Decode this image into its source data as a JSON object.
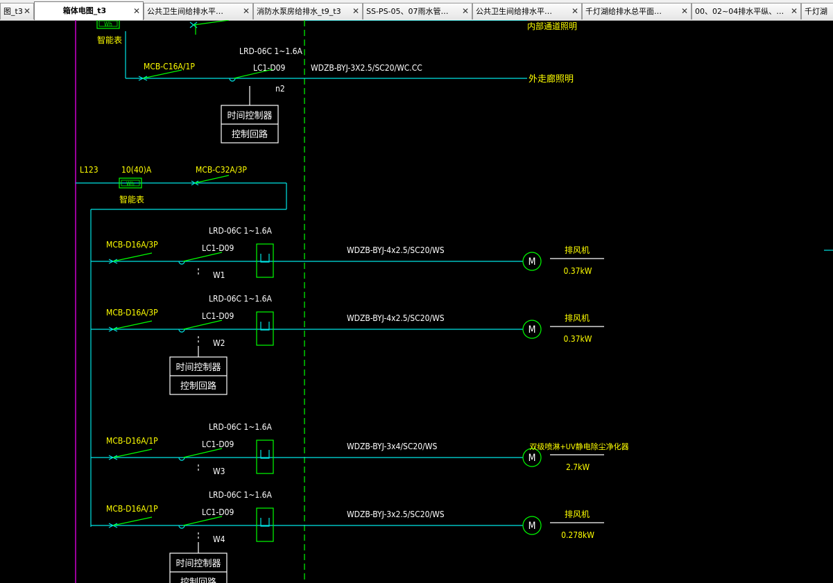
{
  "tabs": [
    {
      "label": "图_t3",
      "active": false
    },
    {
      "label": "箱体电图_t3",
      "active": true
    },
    {
      "label": "公共卫生间给排水平…",
      "active": false
    },
    {
      "label": "消防水泵房给排水_t9_t3",
      "active": false
    },
    {
      "label": "SS-PS-05、07雨水管…",
      "active": false
    },
    {
      "label": "公共卫生间给排水平…",
      "active": false
    },
    {
      "label": "千灯湖给排水总平面…",
      "active": false
    },
    {
      "label": "00、02~04排水平纵、…",
      "active": false
    },
    {
      "label": "千灯湖",
      "active": false
    }
  ],
  "close_glyph": "✕",
  "colors": {
    "cyan": "#00e5e5",
    "yellow": "#ffff00",
    "green": "#00ff00",
    "magenta": "#c000c0",
    "white": "#ffffff",
    "background": "#000000"
  },
  "diagram": {
    "top": {
      "meter_label": "Wh",
      "meter_name": "智能表",
      "outgoing_label_cut": "内部通道照明",
      "breaker": "MCB-C16A/1P",
      "relay": "LRD-06C 1~1.6A",
      "contactor": "LC1-D09",
      "cable": "WDZB-BYJ-3X2.5/SC20/WC.CC",
      "circuit": "n2",
      "destination": "外走廊照明",
      "controller": {
        "line1": "时间控制器",
        "line2": "控制回路"
      }
    },
    "feeder": {
      "phase": "L123",
      "meter_rating": "10(40)A",
      "meter_label": "Wh",
      "meter_name": "智能表",
      "breaker": "MCB-C32A/3P"
    },
    "circuits": [
      {
        "id": "W1",
        "breaker": "MCB-D16A/3P",
        "relay": "LRD-06C 1~1.6A",
        "contactor": "LC1-D09",
        "cable": "WDZB-BYJ-4x2.5/SC20/WS",
        "motor": "M",
        "load": "排风机",
        "power": "0.37kW",
        "controller": null
      },
      {
        "id": "W2",
        "breaker": "MCB-D16A/3P",
        "relay": "LRD-06C 1~1.6A",
        "contactor": "LC1-D09",
        "cable": "WDZB-BYJ-4x2.5/SC20/WS",
        "motor": "M",
        "load": "排风机",
        "power": "0.37kW",
        "controller": {
          "line1": "时间控制器",
          "line2": "控制回路"
        }
      },
      {
        "id": "W3",
        "breaker": "MCB-D16A/1P",
        "relay": "LRD-06C 1~1.6A",
        "contactor": "LC1-D09",
        "cable": "WDZB-BYJ-3x4/SC20/WS",
        "motor": "M",
        "load": "双级喷淋+UV静电除尘净化器",
        "power": "2.7kW",
        "controller": null
      },
      {
        "id": "W4",
        "breaker": "MCB-D16A/1P",
        "relay": "LRD-06C 1~1.6A",
        "contactor": "LC1-D09",
        "cable": "WDZB-BYJ-3x2.5/SC20/WS",
        "motor": "M",
        "load": "排风机",
        "power": "0.278kW",
        "controller": {
          "line1": "时间控制器",
          "line2": "控制回路"
        }
      }
    ]
  }
}
